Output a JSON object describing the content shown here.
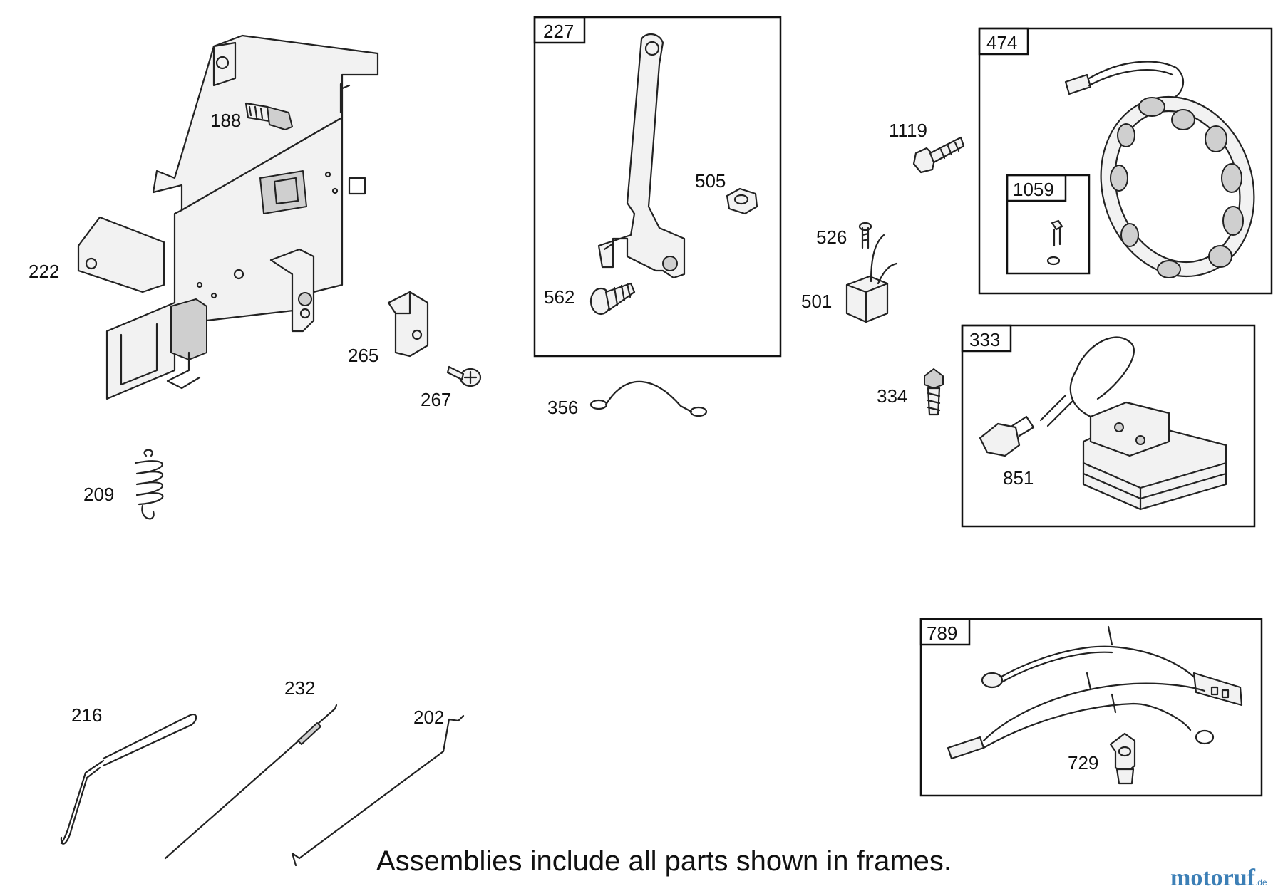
{
  "parts": [
    {
      "id": "p188",
      "number": "188"
    },
    {
      "id": "p222",
      "number": "222"
    },
    {
      "id": "p265",
      "number": "265"
    },
    {
      "id": "p267",
      "number": "267"
    },
    {
      "id": "p209",
      "number": "209"
    },
    {
      "id": "p505",
      "number": "505"
    },
    {
      "id": "p562",
      "number": "562"
    },
    {
      "id": "p356",
      "number": "356"
    },
    {
      "id": "p1119",
      "number": "1119"
    },
    {
      "id": "p526",
      "number": "526"
    },
    {
      "id": "p501",
      "number": "501"
    },
    {
      "id": "p334",
      "number": "334"
    },
    {
      "id": "p851",
      "number": "851"
    },
    {
      "id": "p729",
      "number": "729"
    },
    {
      "id": "p216",
      "number": "216"
    },
    {
      "id": "p232",
      "number": "232"
    },
    {
      "id": "p202",
      "number": "202"
    }
  ],
  "frames": [
    {
      "id": "f227",
      "number": "227"
    },
    {
      "id": "f474",
      "number": "474"
    },
    {
      "id": "f1059",
      "number": "1059"
    },
    {
      "id": "f333",
      "number": "333"
    },
    {
      "id": "f789",
      "number": "789"
    }
  ],
  "caption": "Assemblies include all parts shown in frames.",
  "logo": {
    "main": "motoruf",
    "tld": ".de",
    "color": "#3c7fb6"
  }
}
